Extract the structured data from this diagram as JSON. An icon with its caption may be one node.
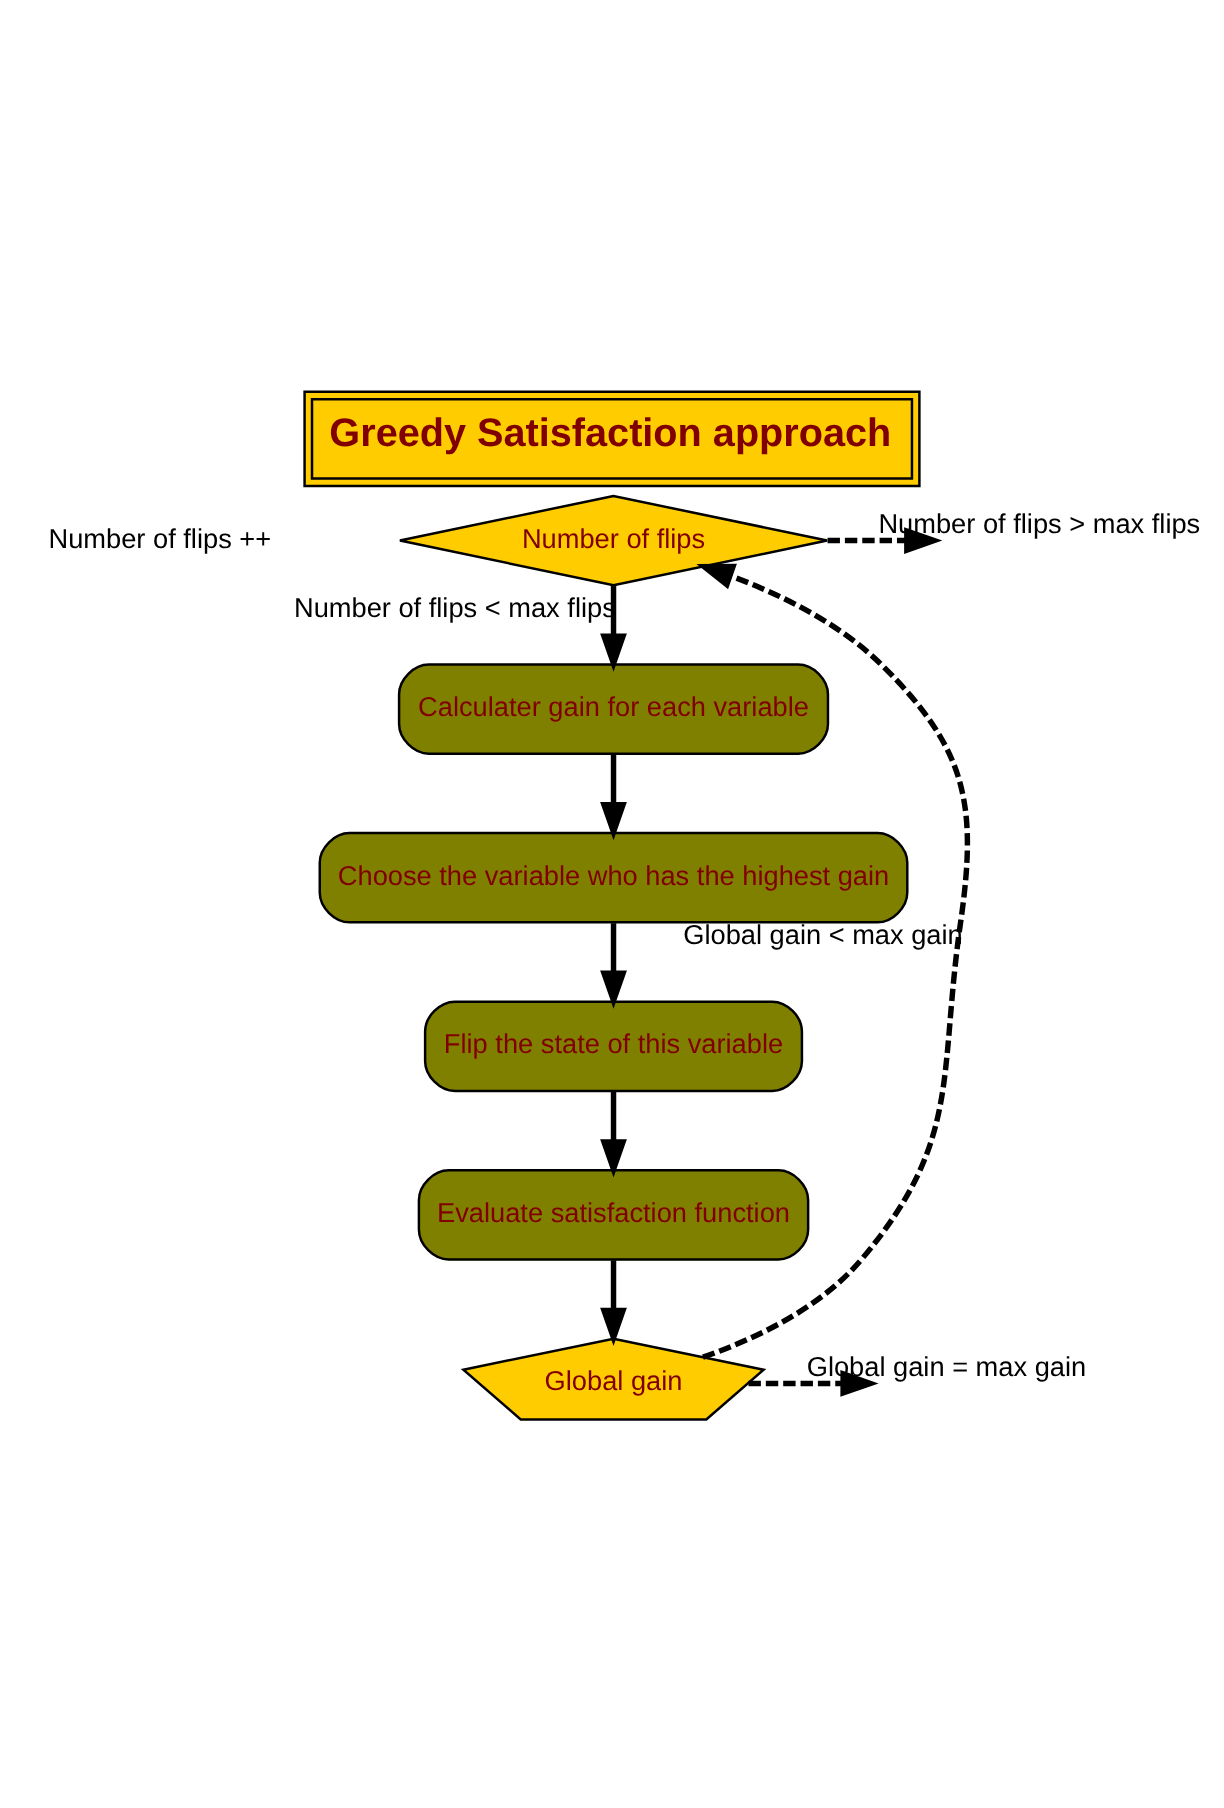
{
  "diagram": {
    "title": "Greedy Satisfaction approach",
    "nodes": [
      {
        "text": [
          "Number of flips"
        ]
      },
      {
        "text": [
          "Calculater gain for each variable"
        ]
      },
      {
        "text": [
          "Choose the variable who has the highest gain"
        ]
      },
      {
        "text": [
          "Flip the state of this variable"
        ]
      },
      {
        "text": [
          "Evaluate satisfaction function"
        ]
      },
      {
        "text": [
          "Global gain"
        ]
      }
    ],
    "edges": [
      {
        "from": 0,
        "to": 1,
        "arrow": "to",
        "label": "Number of flips < max flips"
      },
      {
        "from": 1,
        "to": 2,
        "arrow": "to"
      },
      {
        "from": 2,
        "to": 3,
        "arrow": "to"
      },
      {
        "from": 3,
        "to": 4,
        "arrow": "to"
      },
      {
        "from": 4,
        "to": 5,
        "arrow": "to"
      },
      {
        "from": 0,
        "to": null,
        "arrow": "to",
        "label": "Number of flips > max flips",
        "style": "dashed"
      },
      {
        "from": 5,
        "to": null,
        "arrow": "to",
        "label": "Global gain = max gain",
        "style": "dashed"
      },
      {
        "from": 5,
        "to": 0,
        "arrow": "to",
        "label": "Global gain < max gain",
        "style": "dashed"
      }
    ],
    "labels": [
      "Number of flips ++"
    ]
  }
}
